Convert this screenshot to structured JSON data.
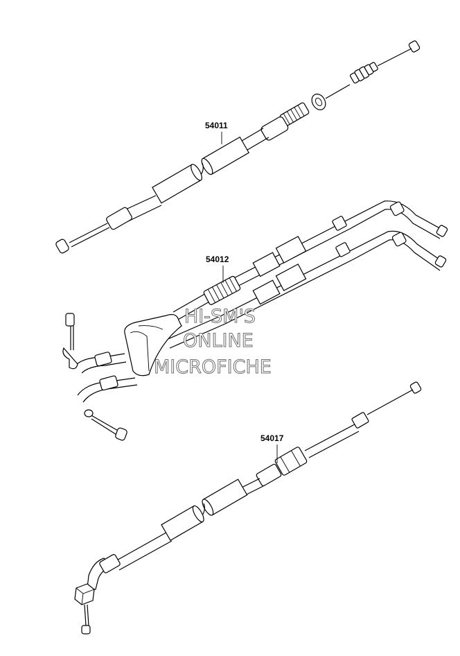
{
  "parts": [
    {
      "part_number": "54011"
    },
    {
      "part_number": "54012"
    },
    {
      "part_number": "54017"
    }
  ],
  "watermark": {
    "line1": "HI-SM'S",
    "line2": "ONLINE",
    "line3": "MICROFICHE",
    "color": "#6e6e6e"
  }
}
